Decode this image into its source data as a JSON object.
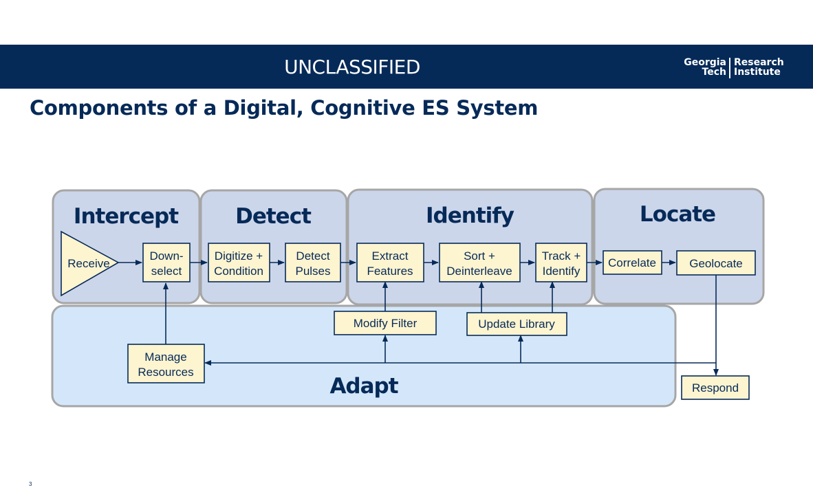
{
  "header": {
    "classification": "UNCLASSIFIED",
    "logo_left_line1": "Georgia",
    "logo_left_line2": "Tech",
    "logo_right_line1": "Research",
    "logo_right_line2": "Institute"
  },
  "slide": {
    "title": "Components of a Digital, Cognitive ES System",
    "page_number": "3"
  },
  "stages": {
    "intercept": "Intercept",
    "detect": "Detect",
    "identify": "Identify",
    "locate": "Locate",
    "adapt": "Adapt"
  },
  "blocks": {
    "receive": "Receive",
    "downselect_l1": "Down-",
    "downselect_l2": "select",
    "digitize_l1": "Digitize +",
    "digitize_l2": "Condition",
    "detect_l1": "Detect",
    "detect_l2": "Pulses",
    "extract_l1": "Extract",
    "extract_l2": "Features",
    "sort_l1": "Sort +",
    "sort_l2": "Deinterleave",
    "track_l1": "Track +",
    "track_l2": "Identify",
    "correlate": "Correlate",
    "geolocate": "Geolocate",
    "modify_filter": "Modify Filter",
    "update_library": "Update Library",
    "manage_l1": "Manage",
    "manage_l2": "Resources",
    "respond": "Respond"
  },
  "colors": {
    "navy": "#062a58",
    "stage_fill": "#ccd6ea",
    "adapt_fill": "#d4e7fa",
    "block_fill": "#fdf4d0",
    "frame_gray": "#a6a6a6"
  }
}
